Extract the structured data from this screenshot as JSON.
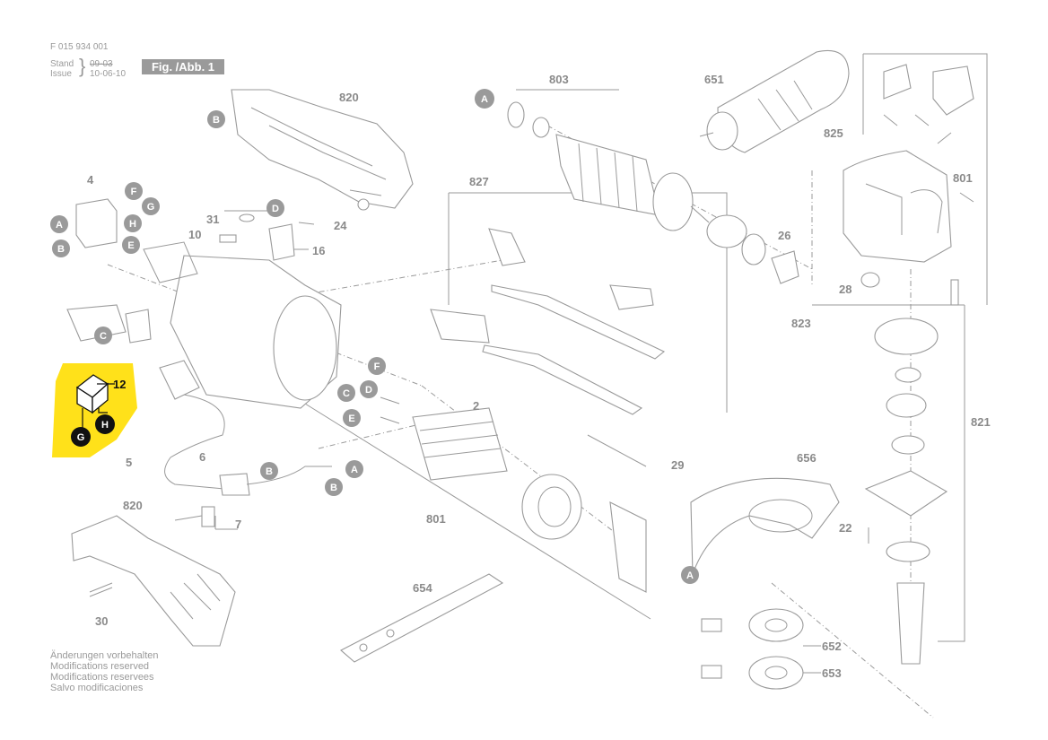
{
  "header": {
    "part_number": "F 015 934 001",
    "stand_label": "Stand",
    "issue_label": "Issue",
    "old_date": "09-03",
    "issue_date": "10-06-10",
    "figure_label": "Fig. /Abb. 1"
  },
  "footer_notes": [
    "Änderungen vorbehalten",
    "Modifications reserved",
    "Modifications reservees",
    "Salvo modificaciones"
  ],
  "highlight": {
    "color": "#ffe11a",
    "part_label": "12",
    "connector_left": "G",
    "connector_right": "H"
  },
  "part_labels": {
    "p803": "803",
    "p651": "651",
    "p820a": "820",
    "p825": "825",
    "p801a": "801",
    "p827": "827",
    "p4": "4",
    "p31": "31",
    "p24": "24",
    "p10": "10",
    "p16": "16",
    "p26": "26",
    "p28": "28",
    "p823": "823",
    "p2": "2",
    "p821": "821",
    "p29": "29",
    "p656": "656",
    "p5": "5",
    "p6": "6",
    "p820b": "820",
    "p7": "7",
    "p801b": "801",
    "p22": "22",
    "p30": "30",
    "p654": "654",
    "p652": "652",
    "p653": "653"
  },
  "connectors": {
    "A": "A",
    "B": "B",
    "C": "C",
    "D": "D",
    "E": "E",
    "F": "F",
    "G": "G",
    "H": "H"
  },
  "colors": {
    "line": "#9a9a9a",
    "highlight": "#ffe11a",
    "badge": "#9a9a9a",
    "badge_dark": "#111111"
  }
}
